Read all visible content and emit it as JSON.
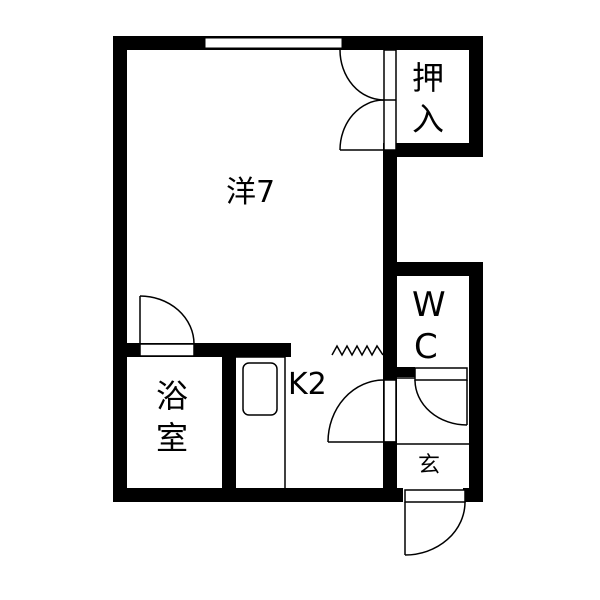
{
  "floorplan": {
    "rooms": [
      {
        "id": "western",
        "label": "洋7",
        "type": "Western-style room",
        "size_jo": 7
      },
      {
        "id": "closet",
        "label": "押入",
        "type": "Closet (oshiire)"
      },
      {
        "id": "wc",
        "label": "WC",
        "type": "Toilet"
      },
      {
        "id": "kitchen",
        "label": "K2",
        "type": "Kitchen",
        "size_jo": 2
      },
      {
        "id": "bath",
        "label": "浴室",
        "type": "Bathroom"
      },
      {
        "id": "entrance",
        "label": "玄",
        "type": "Entrance (genkan)"
      }
    ],
    "labels": {
      "western": "洋7",
      "closet_1": "押",
      "closet_2": "入",
      "wc_1": "W",
      "wc_2": "C",
      "kitchen": "K2",
      "bath_1": "浴",
      "bath_2": "室",
      "entrance": "玄"
    },
    "colors": {
      "wall": "#000000",
      "background": "#ffffff"
    }
  }
}
